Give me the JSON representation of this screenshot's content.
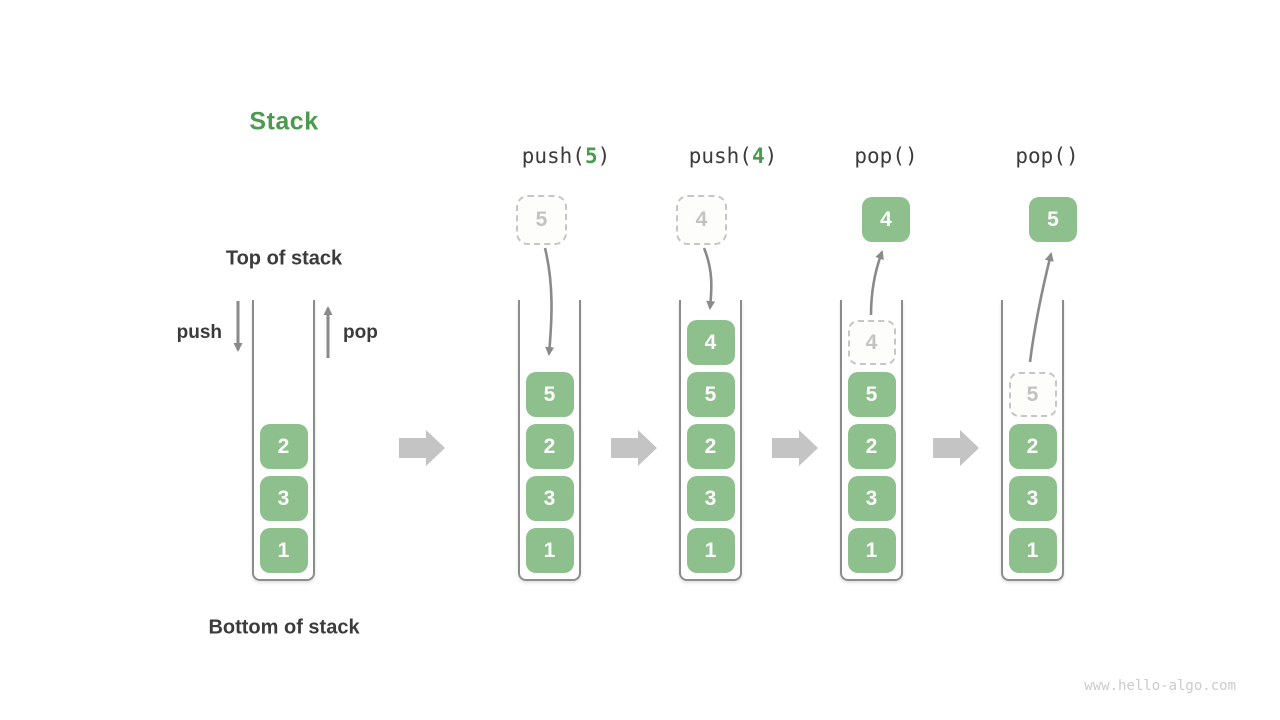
{
  "title": "Stack",
  "watermark": "www.hello-algo.com",
  "labels": {
    "top": "Top of stack",
    "bottom": "Bottom of stack",
    "push": "push",
    "pop": "pop"
  },
  "colors": {
    "box_green": "#8DC08D",
    "title_green": "#4C9A50",
    "arg_green": "#4C9A50",
    "dashed_border": "#C6C6C6",
    "dashed_text": "#C2C2C2",
    "text_dark": "#3B3B3B",
    "arrow_gray": "#8A8A8A",
    "block_arrow_gray": "#C4C4C4",
    "wall_gray": "#8C8C8C",
    "watermark_gray": "#CBCBCB"
  },
  "columns": [
    {
      "name": "initial-stack",
      "label_parts": [],
      "cells": [
        {
          "v": "2",
          "style": "solid"
        },
        {
          "v": "3",
          "style": "solid"
        },
        {
          "v": "1",
          "style": "solid"
        }
      ]
    },
    {
      "name": "after-push-5",
      "label_parts": [
        {
          "t": "push(",
          "g": false
        },
        {
          "t": "5",
          "g": true
        },
        {
          "t": ")",
          "g": false
        }
      ],
      "floating": {
        "v": "5",
        "style": "dashed"
      },
      "cells": [
        {
          "v": "5",
          "style": "solid"
        },
        {
          "v": "2",
          "style": "solid"
        },
        {
          "v": "3",
          "style": "solid"
        },
        {
          "v": "1",
          "style": "solid"
        }
      ]
    },
    {
      "name": "after-push-4",
      "label_parts": [
        {
          "t": "push(",
          "g": false
        },
        {
          "t": "4",
          "g": true
        },
        {
          "t": ")",
          "g": false
        }
      ],
      "floating": {
        "v": "4",
        "style": "dashed"
      },
      "cells": [
        {
          "v": "4",
          "style": "solid"
        },
        {
          "v": "5",
          "style": "solid"
        },
        {
          "v": "2",
          "style": "solid"
        },
        {
          "v": "3",
          "style": "solid"
        },
        {
          "v": "1",
          "style": "solid"
        }
      ]
    },
    {
      "name": "after-pop-first",
      "label_parts": [
        {
          "t": "pop()",
          "g": false
        }
      ],
      "floating": {
        "v": "4",
        "style": "solid"
      },
      "cells": [
        {
          "v": "4",
          "style": "dashed"
        },
        {
          "v": "5",
          "style": "solid"
        },
        {
          "v": "2",
          "style": "solid"
        },
        {
          "v": "3",
          "style": "solid"
        },
        {
          "v": "1",
          "style": "solid"
        }
      ]
    },
    {
      "name": "after-pop-second",
      "label_parts": [
        {
          "t": "pop()",
          "g": false
        }
      ],
      "floating": {
        "v": "5",
        "style": "solid"
      },
      "cells": [
        {
          "v": "5",
          "style": "dashed"
        },
        {
          "v": "2",
          "style": "solid"
        },
        {
          "v": "3",
          "style": "solid"
        },
        {
          "v": "1",
          "style": "solid"
        }
      ]
    }
  ]
}
